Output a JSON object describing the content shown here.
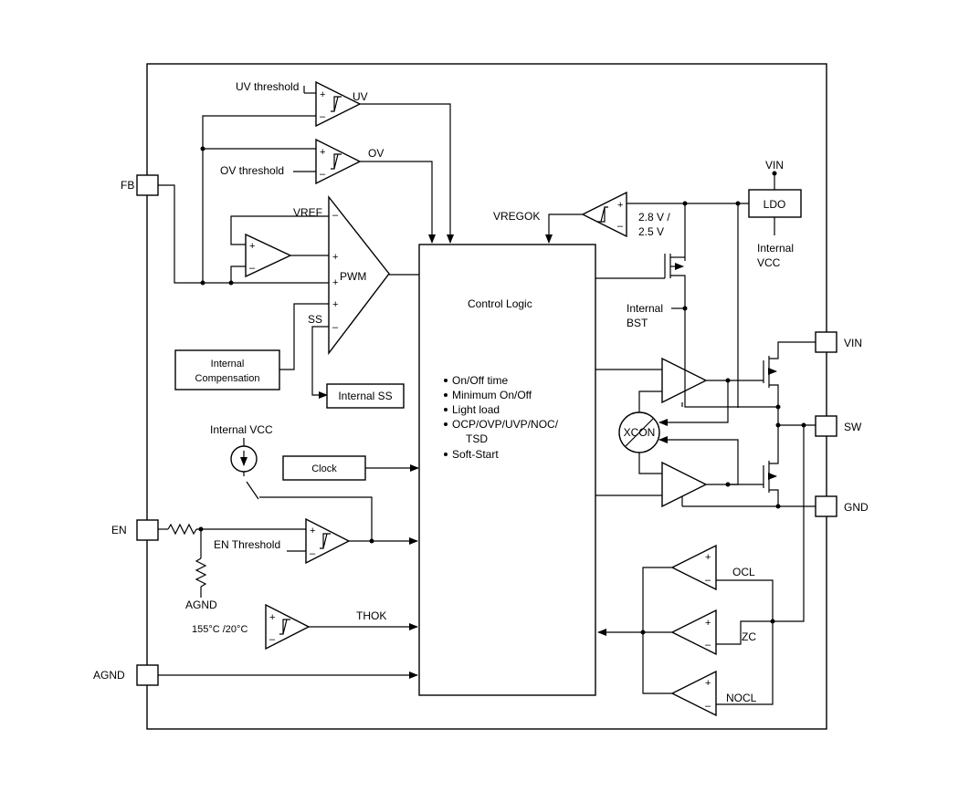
{
  "pins": {
    "fb": "FB",
    "en": "EN",
    "agnd": "AGND",
    "vin": "VIN",
    "sw": "SW",
    "gnd": "GND"
  },
  "labels": {
    "uv_threshold": "UV threshold",
    "uv": "UV",
    "ov_threshold": "OV threshold",
    "ov": "OV",
    "vref": "VREF",
    "pwm": "PWM",
    "ss": "SS",
    "internal_compensation_1": "Internal",
    "internal_compensation_2": "Compensation",
    "internal_ss": "Internal SS",
    "internal_vcc": "Internal VCC",
    "clock": "Clock",
    "en_threshold": "EN Threshold",
    "agnd_node": "AGND",
    "temp_threshold": "155°C /20°C",
    "thok": "THOK",
    "vregok": "VREGOK",
    "vregok_thr_1": "2.8 V /",
    "vregok_thr_2": "2.5 V",
    "ldo": "LDO",
    "vin_node": "VIN",
    "internal_vcc_ldo_1": "Internal",
    "internal_vcc_ldo_2": "VCC",
    "internal_bst_1": "Internal",
    "internal_bst_2": "BST",
    "xcon": "XCON",
    "ocl": "OCL",
    "zc": "ZC",
    "nocl": "NOCL"
  },
  "control_logic": {
    "title": "Control Logic",
    "items": [
      "On/Off time",
      "Minimum On/Off",
      "Light load",
      "OCP/OVP/UVP/NOC/",
      "Soft-Start"
    ],
    "item_cont": "TSD"
  },
  "colors": {
    "line": "#000000",
    "background": "#ffffff"
  }
}
